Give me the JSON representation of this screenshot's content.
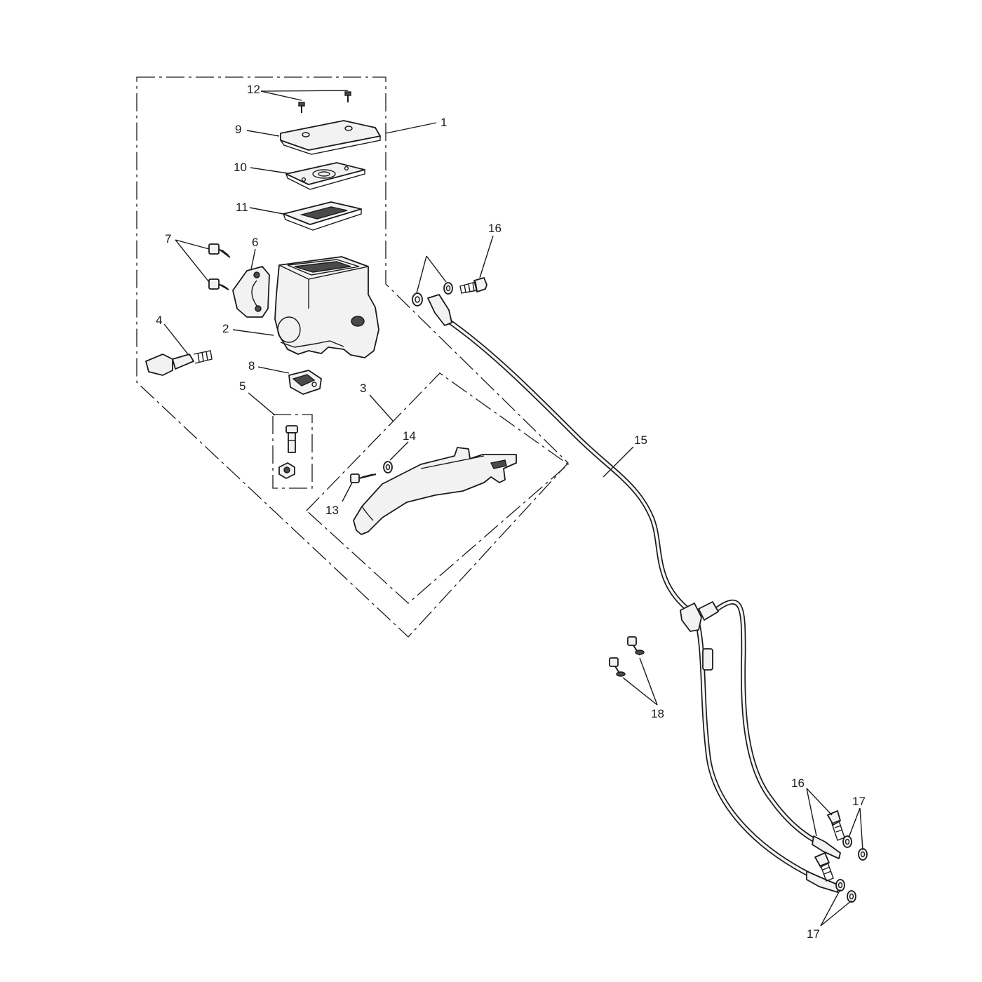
{
  "callouts": {
    "c1": "1",
    "c2": "2",
    "c3": "3",
    "c4": "4",
    "c5": "5",
    "c6": "6",
    "c7": "7",
    "c8": "8",
    "c9": "9",
    "c10": "10",
    "c11": "11",
    "c12": "12",
    "c13": "13",
    "c14": "14",
    "c15": "15",
    "c16a": "16",
    "c16b": "16",
    "c17a": "17",
    "c17b": "17",
    "c18": "18"
  },
  "colors": {
    "line": "#1a1a1a",
    "fill": "#f2f2f2",
    "background": "#ffffff"
  }
}
